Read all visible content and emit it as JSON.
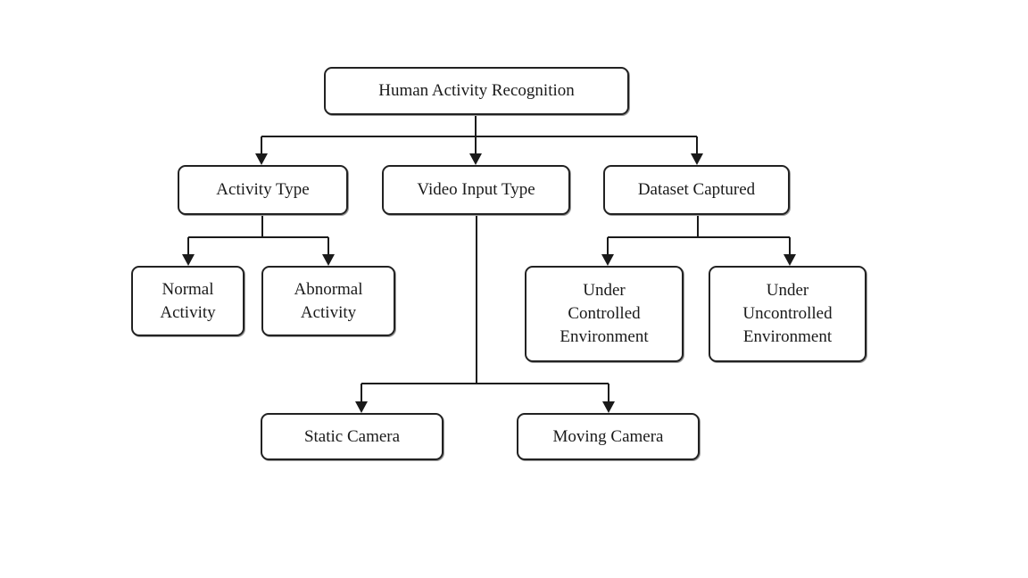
{
  "diagram": {
    "root": {
      "label": "Human Activity Recognition"
    },
    "categories": {
      "activity_type": {
        "label": "Activity Type"
      },
      "video_input_type": {
        "label": "Video Input Type"
      },
      "dataset_captured": {
        "label": "Dataset Captured"
      }
    },
    "leaves": {
      "normal_activity": {
        "lines": [
          "Normal",
          "Activity"
        ]
      },
      "abnormal_activity": {
        "lines": [
          "Abnormal",
          "Activity"
        ]
      },
      "static_camera": {
        "label": "Static Camera"
      },
      "moving_camera": {
        "label": "Moving Camera"
      },
      "under_controlled": {
        "lines": [
          "Under",
          "Controlled",
          "Environment"
        ]
      },
      "under_uncontrolled": {
        "lines": [
          "Under",
          "Uncontrolled",
          "Environment"
        ]
      }
    },
    "colors": {
      "stroke": "#1a1a1a",
      "background": "#ffffff",
      "text": "#1a1a1a"
    }
  }
}
